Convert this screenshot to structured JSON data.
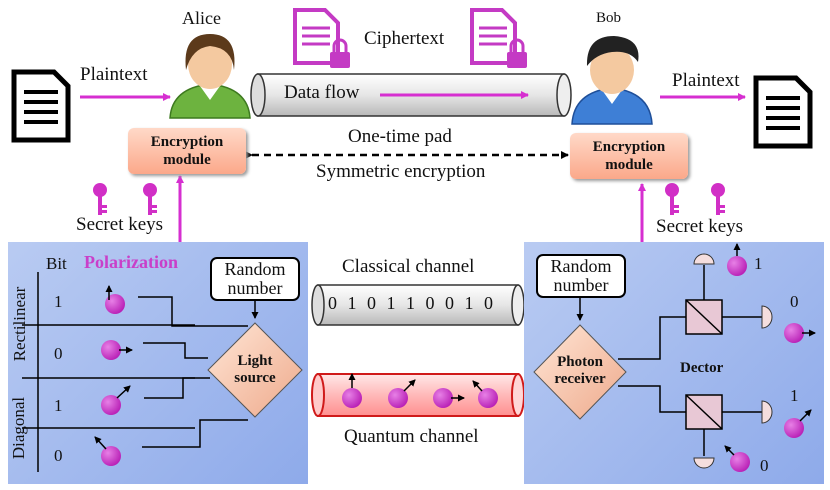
{
  "top": {
    "alice_name": "Alice",
    "bob_name": "Bob",
    "ciphertext": "Ciphertext",
    "plaintext_left": "Plaintext",
    "plaintext_right": "Plaintext",
    "data_flow": "Data flow",
    "otp": "One-time pad",
    "symmetric": "Symmetric encryption",
    "enc_left": [
      "Encryption",
      "module"
    ],
    "enc_right": [
      "Encryption",
      "module"
    ],
    "secret_left": "Secret keys",
    "secret_right": "Secret keys"
  },
  "alice_panel": {
    "bit_header": "Bit",
    "polarization": "Polarization",
    "rectilinear": "Rectilinear",
    "diagonal": "Diagonal",
    "bits": [
      "1",
      "0",
      "1",
      "0"
    ],
    "random": [
      "Random",
      "number"
    ],
    "light": [
      "Light",
      "source"
    ]
  },
  "channels": {
    "classical": "Classical channel",
    "bits": "0 1 0 1 1 0 0 1 0",
    "quantum": "Quantum channel"
  },
  "bob_panel": {
    "random": [
      "Random",
      "number"
    ],
    "receiver": [
      "Photon",
      "receiver"
    ],
    "detector": "Dector",
    "outputs": [
      "1",
      "0",
      "1",
      "0"
    ]
  },
  "colors": {
    "arrow": "#d62fd0",
    "photon": "#cc33cc",
    "panel": "#a8bdf0",
    "module": "#fba88a",
    "diamond": "#f6c4a7"
  }
}
